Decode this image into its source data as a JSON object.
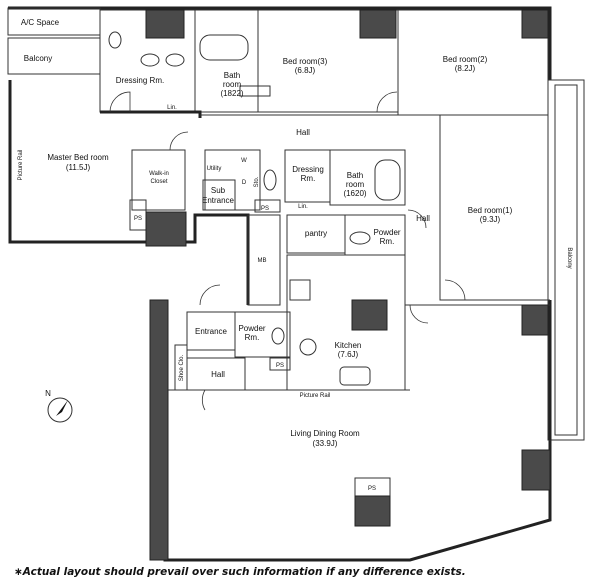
{
  "rooms": {
    "ac_space": "A/C Space",
    "balcony_top": "Balcony",
    "master_bedroom": "Master Bed room",
    "master_bedroom_size": "(11.5J)",
    "picture_rail_left": "Picture Rail",
    "walk_in_closet_1": "Walk-in",
    "walk_in_closet_2": "Closet",
    "ps": "PS",
    "dressing_rm_1": "Dressing Rm.",
    "lin": "Lin.",
    "bath1_1": "Bath",
    "bath1_2": "room",
    "bath1_3": "(1822)",
    "bedroom3": "Bed room(3)",
    "bedroom3_size": "(6.8J)",
    "bedroom2": "Bed room(2)",
    "bedroom2_size": "(8.2J)",
    "hall": "Hall",
    "utility": "Utility",
    "washer": "W",
    "dryer": "D",
    "sto": "Sto.",
    "sub_entrance_1": "Sub",
    "sub_entrance_2": "Entrance",
    "dressing_rm_2a": "Dressing",
    "dressing_rm_2b": "Rm.",
    "bath2_1": "Bath",
    "bath2_2": "room",
    "bath2_3": "(1620)",
    "hall_right": "Hall",
    "bedroom1": "Bed room(1)",
    "bedroom1_size": "(9.3J)",
    "balcony_right": "Balcony",
    "pantry": "pantry",
    "powder_rm_1a": "Powder",
    "powder_rm_1b": "Rm.",
    "mb": "MB",
    "entrance": "Entrance",
    "powder_rm_2a": "Powder",
    "powder_rm_2b": "Rm.",
    "kitchen": "Kitchen",
    "kitchen_size": "(7.6J)",
    "shoe_closet": "Shoe Clo.",
    "hall_small": "Hall",
    "picture_rail_bottom": "Picture Rail",
    "living_dining": "Living Dining Room",
    "living_dining_size": "(33.9J)",
    "compass": "N"
  },
  "footnote": "∗Actual layout should prevail over such information if any difference exists."
}
